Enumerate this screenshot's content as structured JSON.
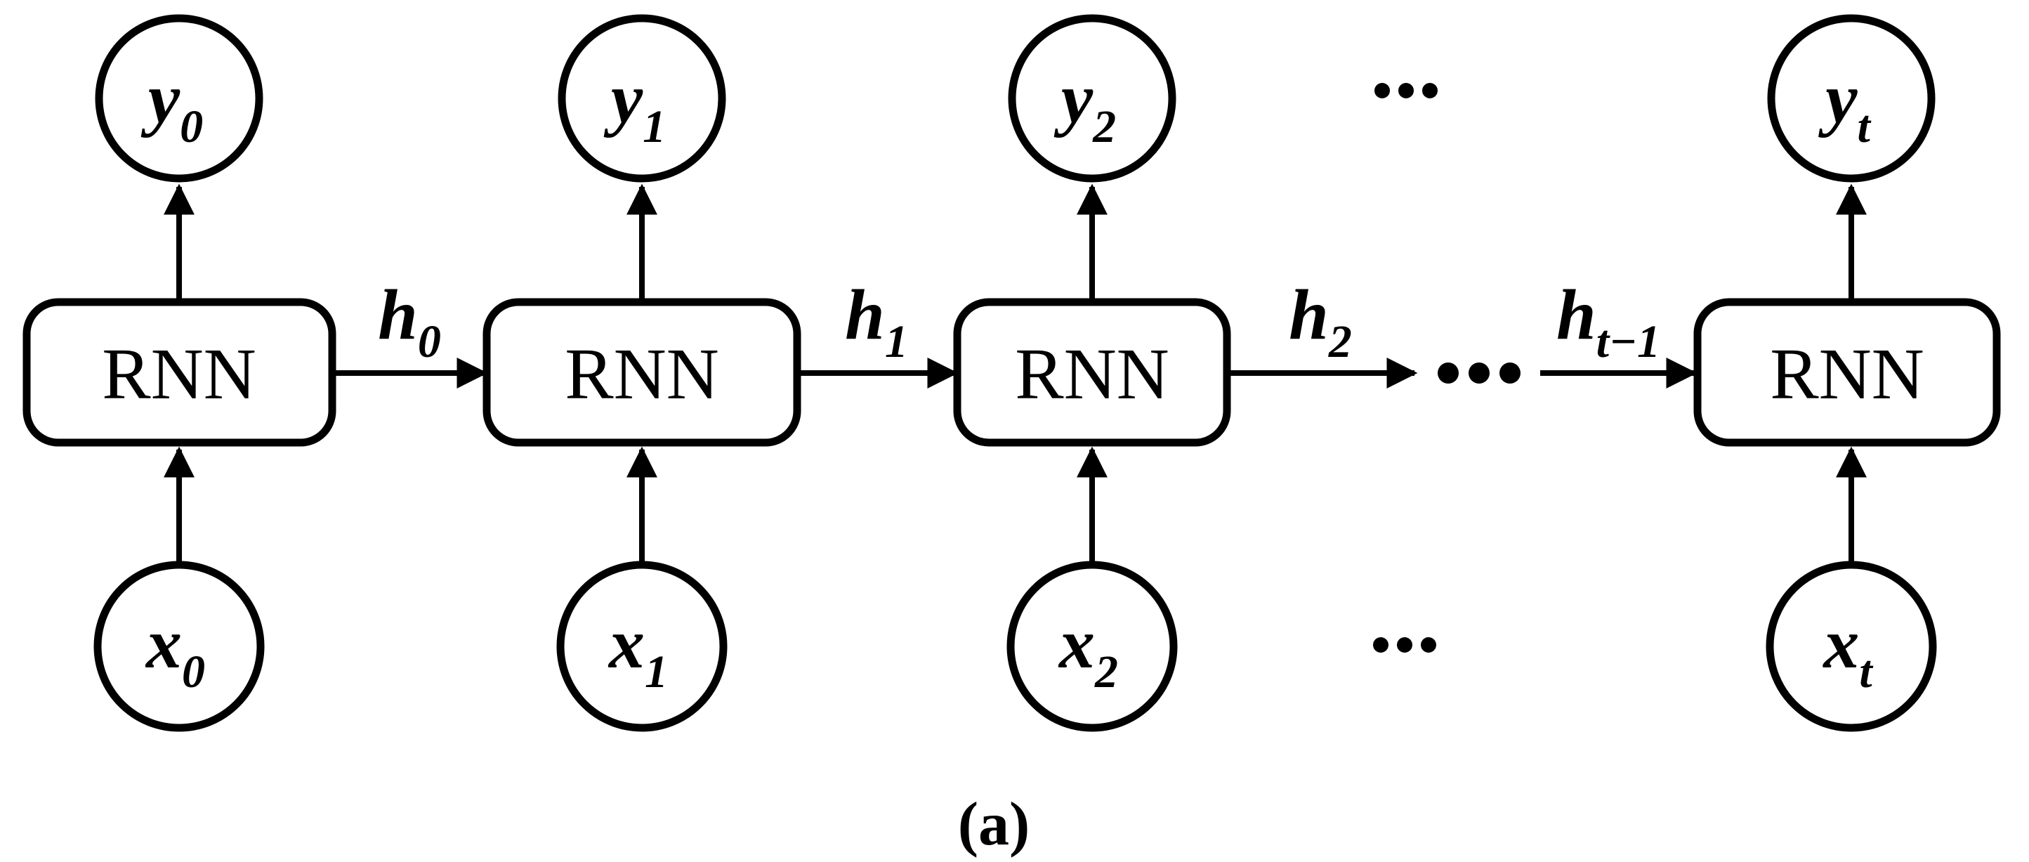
{
  "figure": {
    "caption": "(a)",
    "units": [
      {
        "box_label": "RNN",
        "output_base": "y",
        "output_sub": "0",
        "input_base": "x",
        "input_sub": "0"
      },
      {
        "box_label": "RNN",
        "output_base": "y",
        "output_sub": "1",
        "input_base": "x",
        "input_sub": "1"
      },
      {
        "box_label": "RNN",
        "output_base": "y",
        "output_sub": "2",
        "input_base": "x",
        "input_sub": "2"
      },
      {
        "box_label": "RNN",
        "output_base": "y",
        "output_sub": "t",
        "input_base": "x",
        "input_sub": "t"
      }
    ],
    "hidden_labels": [
      {
        "base": "h",
        "sub": "0"
      },
      {
        "base": "h",
        "sub": "1"
      },
      {
        "base": "h",
        "sub": "2"
      },
      {
        "base": "h",
        "sub": "t−1"
      }
    ],
    "ellipsis_dot_count": 3,
    "colors": {
      "ink": "#000000",
      "background": "#ffffff"
    }
  }
}
